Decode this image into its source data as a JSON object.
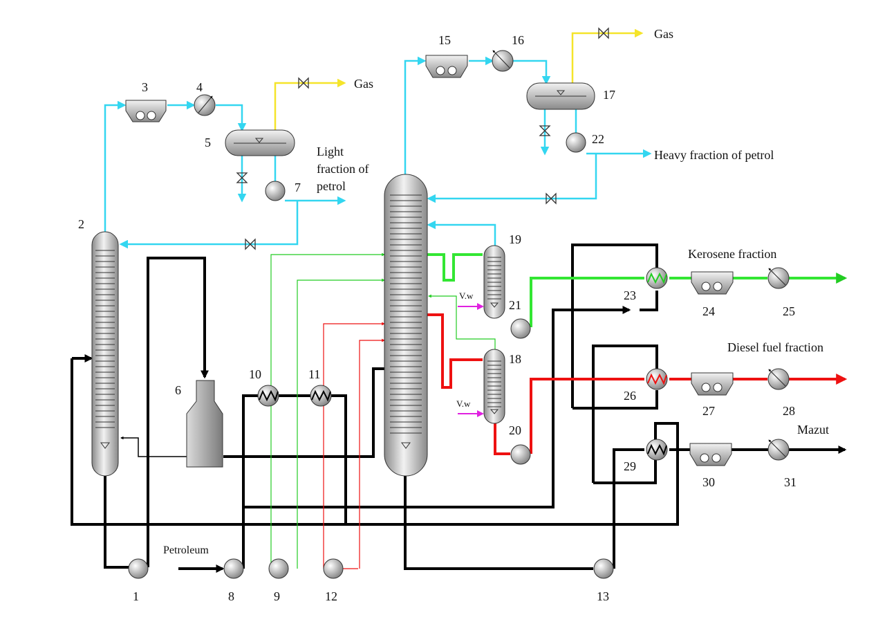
{
  "labels": {
    "gas_1": "Gas",
    "gas_2": "Gas",
    "light_fraction_line1": "Light",
    "light_fraction_line2": "fraction of",
    "light_fraction_line3": "petrol",
    "heavy_fraction": "Heavy fraction of petrol",
    "kerosene": "Kerosene fraction",
    "diesel": "Diesel fuel fraction",
    "mazut": "Mazut",
    "petroleum": "Petroleum",
    "vw_1": "V.w",
    "vw_2": "V.w"
  },
  "numbers": {
    "n1": "1",
    "n2": "2",
    "n3": "3",
    "n4": "4",
    "n5": "5",
    "n6": "6",
    "n7": "7",
    "n8": "8",
    "n9": "9",
    "n10": "10",
    "n11": "11",
    "n12": "12",
    "n13": "13",
    "n15": "15",
    "n16": "16",
    "n17": "17",
    "n18": "18",
    "n19": "19",
    "n20": "20",
    "n21": "21",
    "n22": "22",
    "n23": "23",
    "n24": "24",
    "n25": "25",
    "n26": "26",
    "n27": "27",
    "n28": "28",
    "n29": "29",
    "n30": "30",
    "n31": "31"
  },
  "colors": {
    "vapor": "#33d6f0",
    "gas": "#f5e42a",
    "kerosene": "#33e633",
    "diesel": "#ee1111",
    "main": "#000000"
  }
}
